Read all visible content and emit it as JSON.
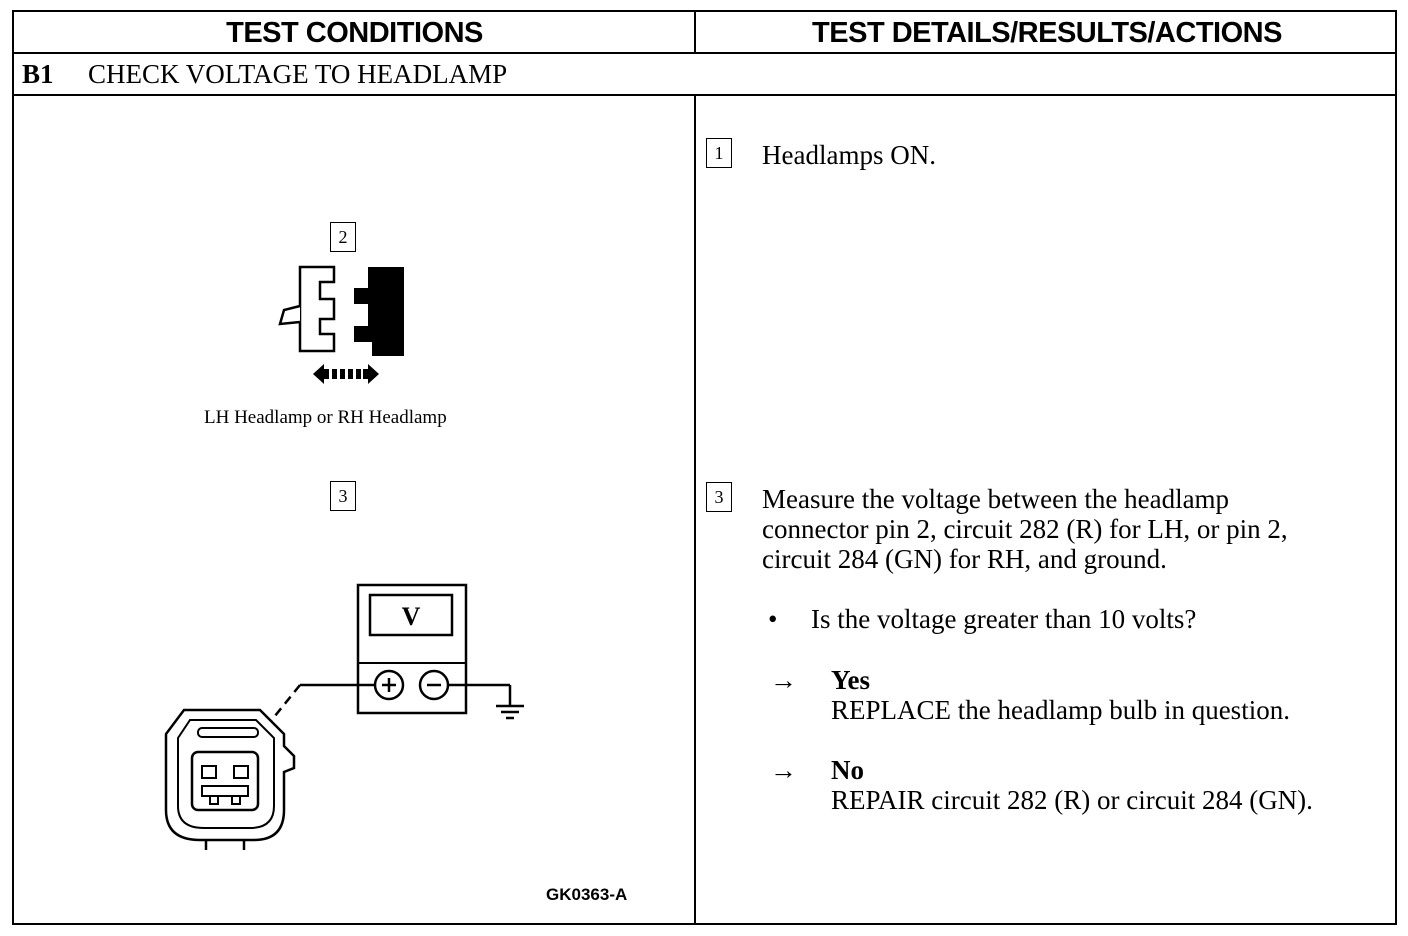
{
  "header": {
    "left": "TEST CONDITIONS",
    "right": "TEST DETAILS/RESULTS/ACTIONS"
  },
  "step": {
    "id": "B1",
    "title": "CHECK VOLTAGE TO HEADLAMP"
  },
  "conditions": {
    "step2_num": "2",
    "step3_num": "3",
    "connector_caption": "LH Headlamp or RH Headlamp",
    "meter_label": "V",
    "figure_code": "GK0363-A"
  },
  "details": {
    "item1": {
      "num": "1",
      "text": "Headlamps ON."
    },
    "item3": {
      "num": "3",
      "line1": "Measure the voltage between the headlamp",
      "line2": "connector pin 2, circuit 282 (R) for LH, or pin 2,",
      "line3": "circuit 284 (GN) for RH, and ground.",
      "bullet": "•",
      "question": "Is the voltage greater than 10 volts?",
      "arrow": "→",
      "yes_label": "Yes",
      "yes_action": "REPLACE the headlamp bulb in question.",
      "no_label": "No",
      "no_action": "REPAIR circuit 282 (R) or circuit 284 (GN)."
    }
  },
  "icons": [
    "connector-disconnect-icon",
    "double-arrow-icon",
    "voltmeter-icon",
    "ground-icon",
    "headlamp-connector-icon"
  ]
}
